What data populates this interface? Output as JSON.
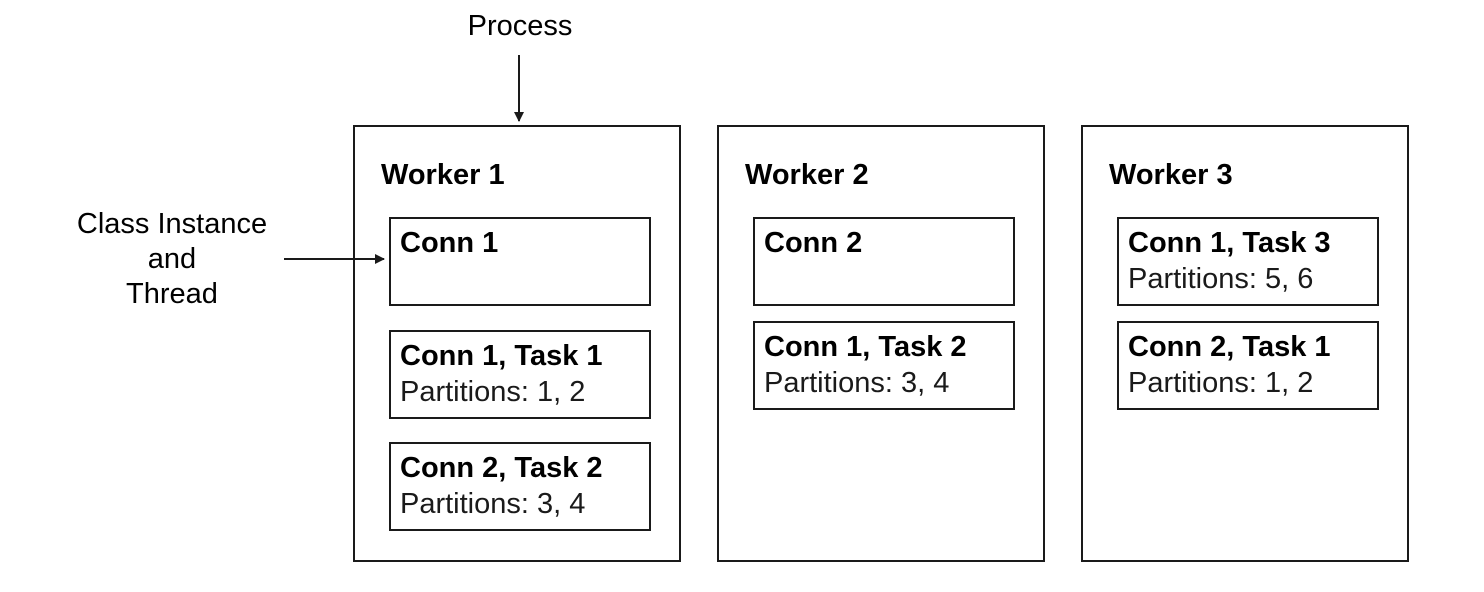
{
  "labels": {
    "process": "Process",
    "class_instance": [
      "Class Instance",
      "and",
      "Thread"
    ]
  },
  "workers": [
    {
      "title": "Worker 1",
      "tasks": [
        {
          "title": "Conn 1",
          "partitions": ""
        },
        {
          "title": "Conn 1, Task 1",
          "partitions": "Partitions: 1, 2"
        },
        {
          "title": "Conn 2, Task 2",
          "partitions": "Partitions: 3, 4"
        }
      ]
    },
    {
      "title": "Worker 2",
      "tasks": [
        {
          "title": "Conn 2",
          "partitions": ""
        },
        {
          "title": "Conn 1, Task 2",
          "partitions": "Partitions: 3, 4"
        }
      ]
    },
    {
      "title": "Worker 3",
      "tasks": [
        {
          "title": "Conn 1, Task 3",
          "partitions": "Partitions: 5, 6"
        },
        {
          "title": "Conn 2, Task 1",
          "partitions": "Partitions: 1, 2"
        }
      ]
    }
  ],
  "colors": {
    "stroke": "#1a1a1a",
    "background": "#ffffff"
  }
}
